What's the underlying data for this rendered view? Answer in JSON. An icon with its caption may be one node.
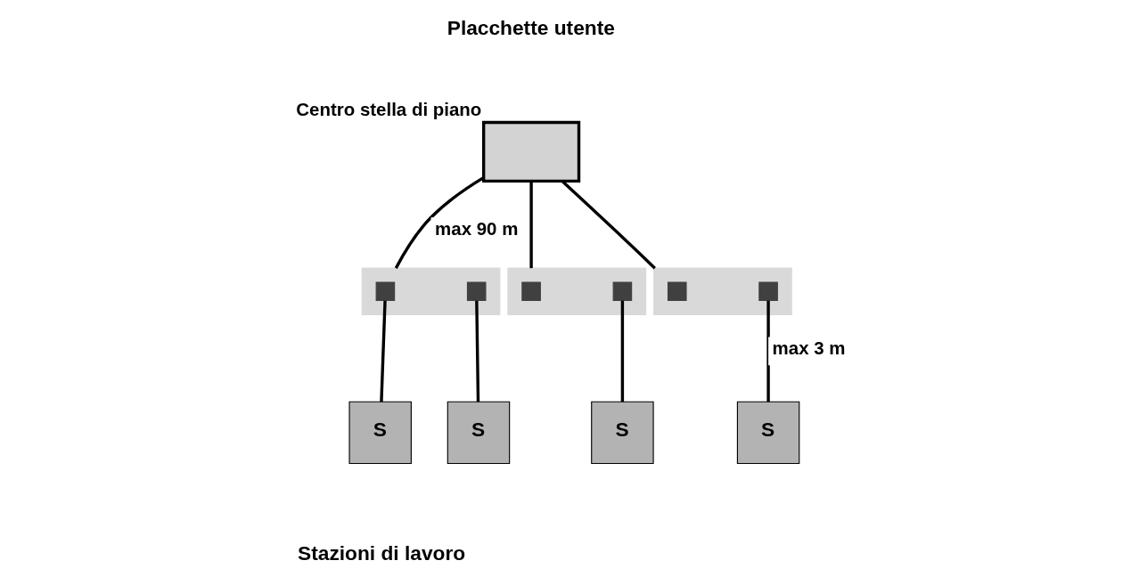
{
  "diagram": {
    "nodes": [
      {
        "text": [],
        "shape": "box",
        "beside": [
          "Centro stella di piano"
        ]
      },
      {
        "text": [],
        "shape": "box"
      },
      {
        "text": [],
        "shape": "box",
        "in": 1
      },
      {
        "text": [],
        "shape": "box",
        "in": 1
      },
      {
        "text": [],
        "shape": "box"
      },
      {
        "text": [],
        "shape": "box",
        "in": 4
      },
      {
        "text": [],
        "shape": "box",
        "in": 4
      },
      {
        "text": [],
        "shape": "box"
      },
      {
        "text": [],
        "shape": "box",
        "in": 7
      },
      {
        "text": [],
        "shape": "box",
        "in": 7
      },
      {
        "text": [
          "S"
        ]
      },
      {
        "text": [
          "S"
        ]
      },
      {
        "text": [
          "S"
        ]
      },
      {
        "text": [
          "S"
        ]
      }
    ],
    "edges": [
      {
        "from": 0,
        "to": 1,
        "arrow": "none",
        "label": "max 90 m"
      },
      {
        "from": 0,
        "to": 4,
        "arrow": "none"
      },
      {
        "from": 0,
        "to": 7,
        "arrow": "none"
      },
      {
        "from": 2,
        "to": 10,
        "arrow": "none"
      },
      {
        "from": 3,
        "to": 11,
        "arrow": "none"
      },
      {
        "from": 6,
        "to": 12,
        "arrow": "none"
      },
      {
        "from": 9,
        "to": 13,
        "arrow": "none",
        "label": "max 3 m"
      }
    ],
    "labels": [
      "Placchette utente",
      "Stazioni di lavoro"
    ]
  }
}
